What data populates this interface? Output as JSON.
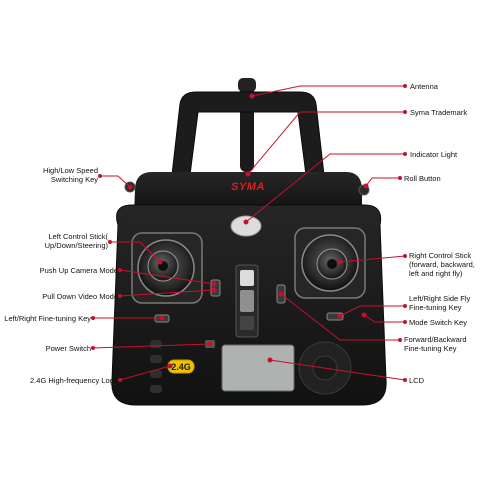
{
  "brand": {
    "logo_text": "SYMA",
    "frequency_badge": "2.4G"
  },
  "labels": {
    "antenna": "Antenna",
    "trademark": "Syma Trademark",
    "indicator_light": "Indicator Light",
    "roll_button": "Roll Button",
    "speed_switch": "High/Low Speed\nSwitching Key",
    "left_stick": "Left Control Stick(\nUp/Down/Steering)",
    "camera_mode": "Push Up Camera Mode",
    "video_mode": "Pull Down Video Mode",
    "lr_fine_tuning_left": "Left/Right Fine-tuning Key",
    "power_switch": "Power Switch",
    "freq_logo": "2.4G High-frequency Logo",
    "right_stick": "Right Control Stick\n(forward, backward,\nleft and right fly)",
    "lr_side_fly": "Left/Right Side Fly\nFine-tuning Key",
    "mode_switch": "Mode Switch Key",
    "fwd_bwd": "Forward/Backward\nFine-tuning Key",
    "lcd": "LCD"
  },
  "colors": {
    "body": "#1b1b1b",
    "leader": "#c8102e",
    "brand_red": "#d42020",
    "badge_yellow": "#f2c200"
  }
}
